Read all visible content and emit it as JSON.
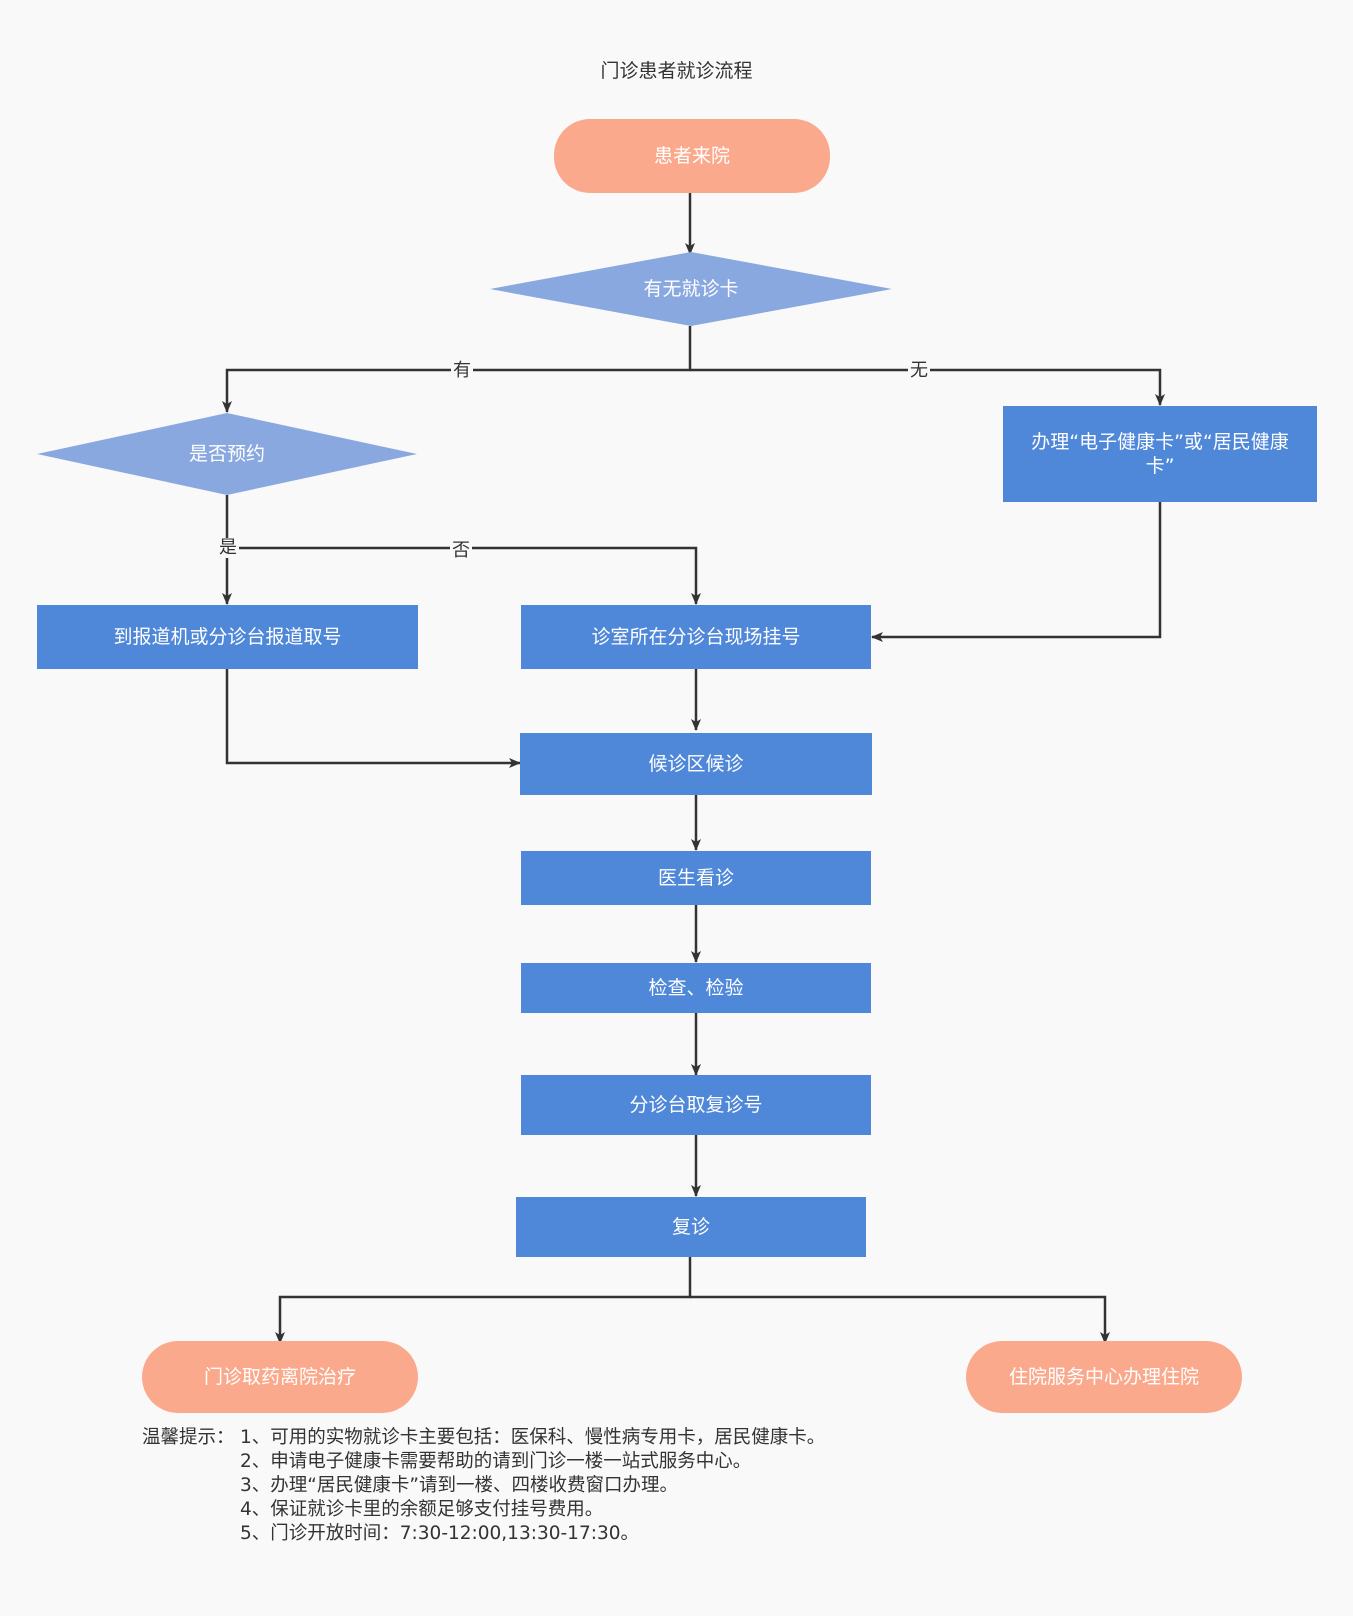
{
  "title": "门诊患者就诊流程",
  "nodes": {
    "arrive": "患者来院",
    "has_card": "有无就诊卡",
    "appointment": "是否预约",
    "apply_card": "办理“电子健康卡”或“居民健康卡”",
    "report_machine": "到报道机或分诊台报道取号",
    "register_desk": "诊室所在分诊台现场挂号",
    "waiting": "候诊区候诊",
    "doctor": "医生看诊",
    "exam": "检查、检验",
    "revisit_number": "分诊台取复诊号",
    "revisit": "复诊",
    "pharmacy": "门诊取药离院治疗",
    "inpatient": "住院服务中心办理住院"
  },
  "labels": {
    "yes_card": "有",
    "no_card": "无",
    "yes_appt": "是",
    "no_appt": "否"
  },
  "colors": {
    "process": "#4f87d9",
    "decision": "#8aa8e0",
    "terminal": "#fba98c",
    "edge": "#333333",
    "background": "#f9f9f9"
  },
  "notes": {
    "prefix": "温馨提示：",
    "items": [
      "1、可用的实物就诊卡主要包括：医保科、慢性病专用卡，居民健康卡。",
      "2、申请电子健康卡需要帮助的请到门诊一楼一站式服务中心。",
      "3、办理“居民健康卡”请到一楼、四楼收费窗口办理。",
      "4、保证就诊卡里的余额足够支付挂号费用。",
      "5、门诊开放时间：7:30-12:00,13:30-17:30。"
    ]
  }
}
